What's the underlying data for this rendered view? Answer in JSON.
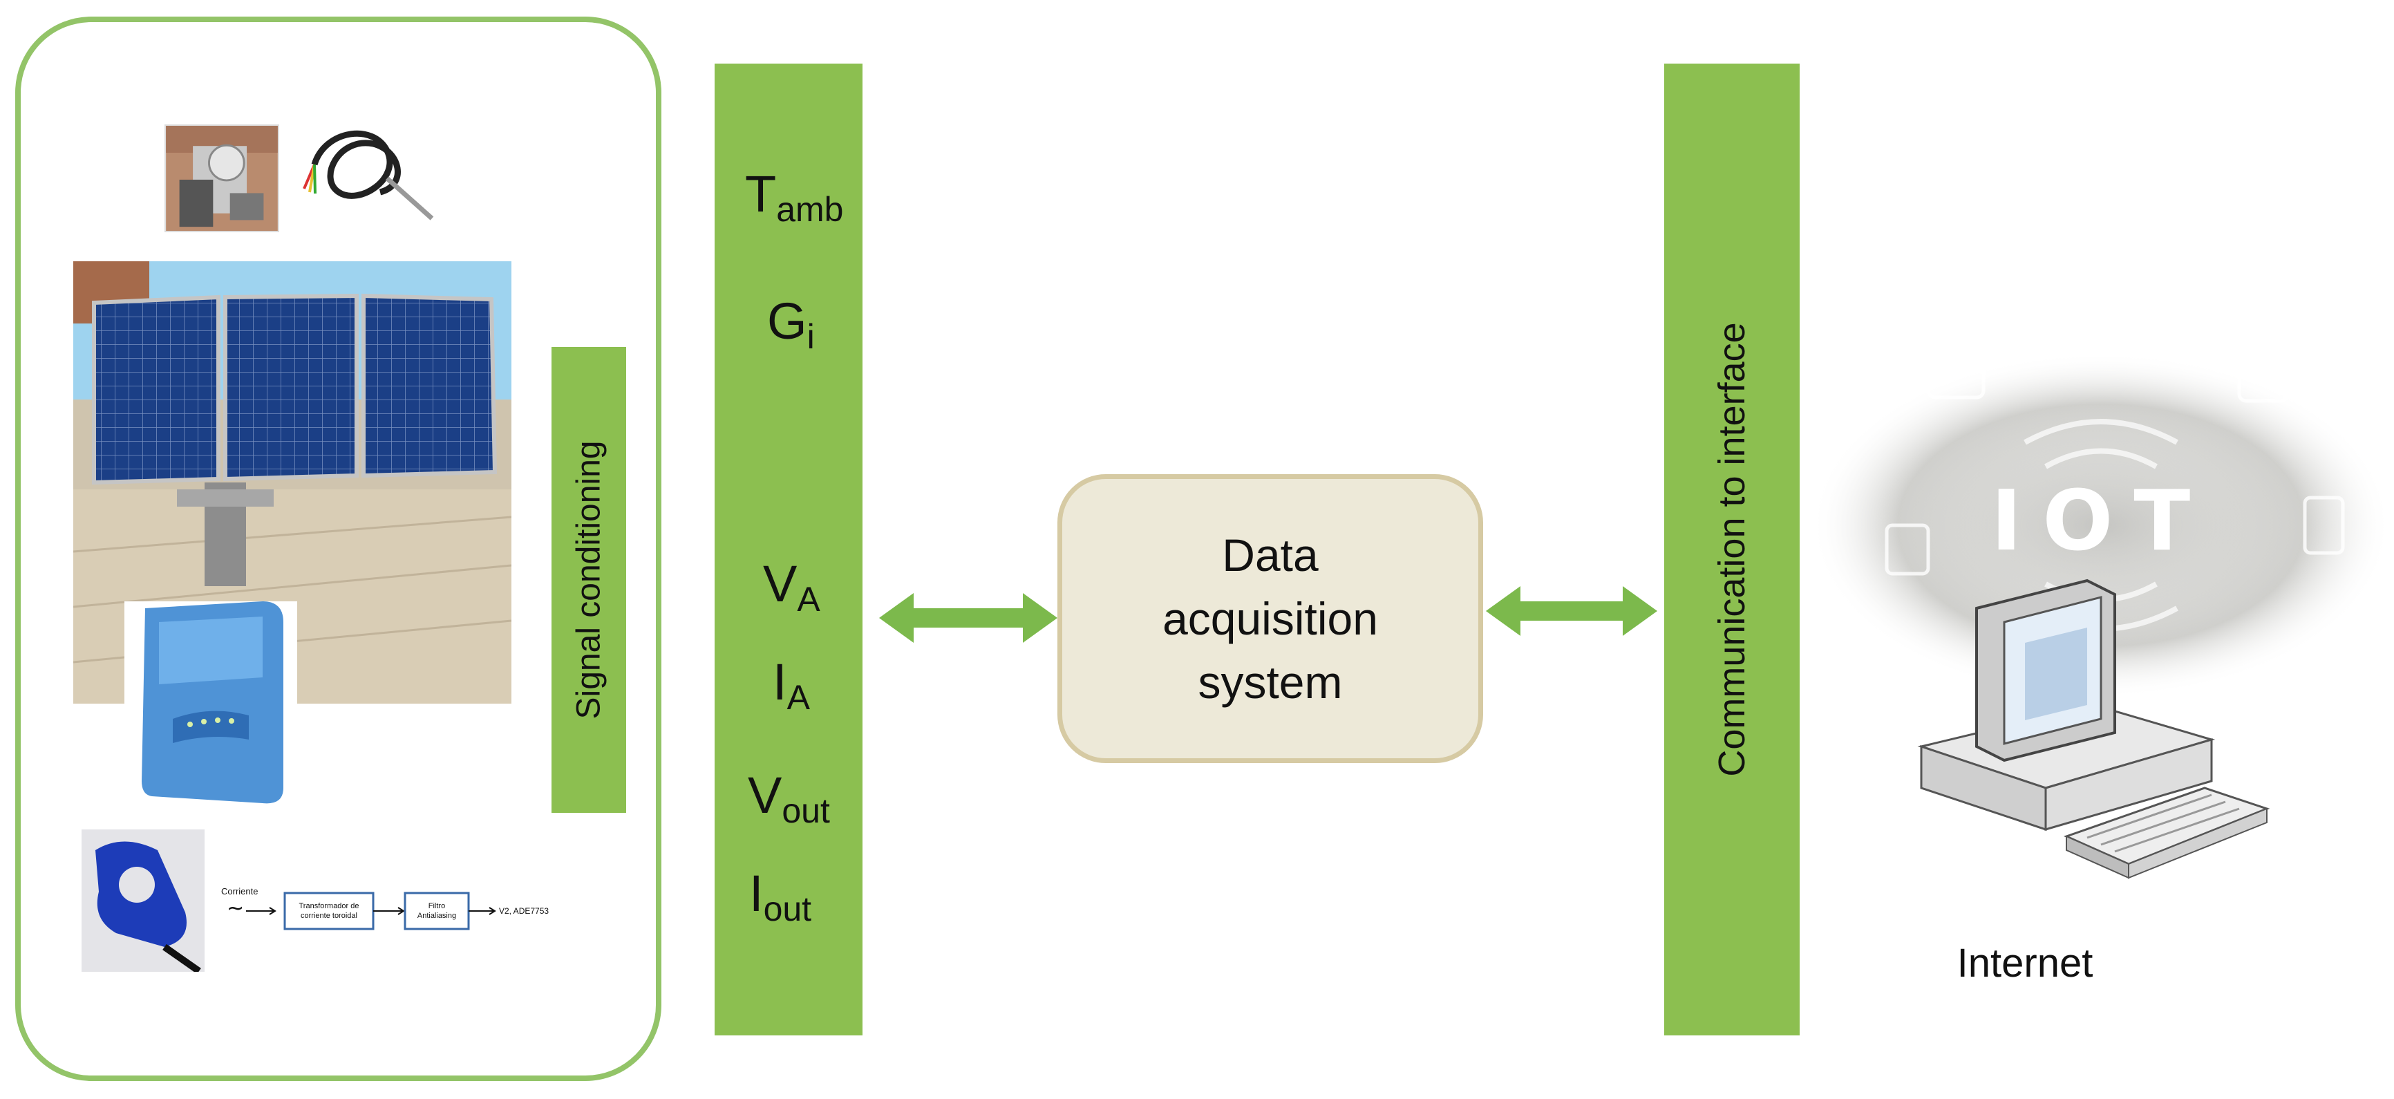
{
  "diagram": {
    "signal_conditioning_label": "Signal conditioning",
    "variables": {
      "t_amb": {
        "base": "T",
        "sub": "amb"
      },
      "g_i": {
        "base": "G",
        "sub": "i"
      },
      "v_a": {
        "base": "V",
        "sub": "A"
      },
      "i_a": {
        "base": "I",
        "sub": "A"
      },
      "v_out": {
        "base": "V",
        "sub": "out"
      },
      "i_out": {
        "base": "I",
        "sub": "out"
      }
    },
    "daq_label": "Data\nacquisition\nsystem",
    "communication_label": "Communication  to interface",
    "iot_label": "IOT",
    "internet_label": "Internet",
    "block_diagram": {
      "input_label": "Corriente",
      "block1": "Transformador de corriente toroidal",
      "block2": "Filtro Antialiasing",
      "output_label": "V2, ADE7753"
    }
  },
  "colors": {
    "green_bar": "#8cbf50",
    "panel_border": "#93c468",
    "arrow": "#7cb94c",
    "daq_fill": "#ede9d8",
    "daq_border": "#d6caa3"
  }
}
